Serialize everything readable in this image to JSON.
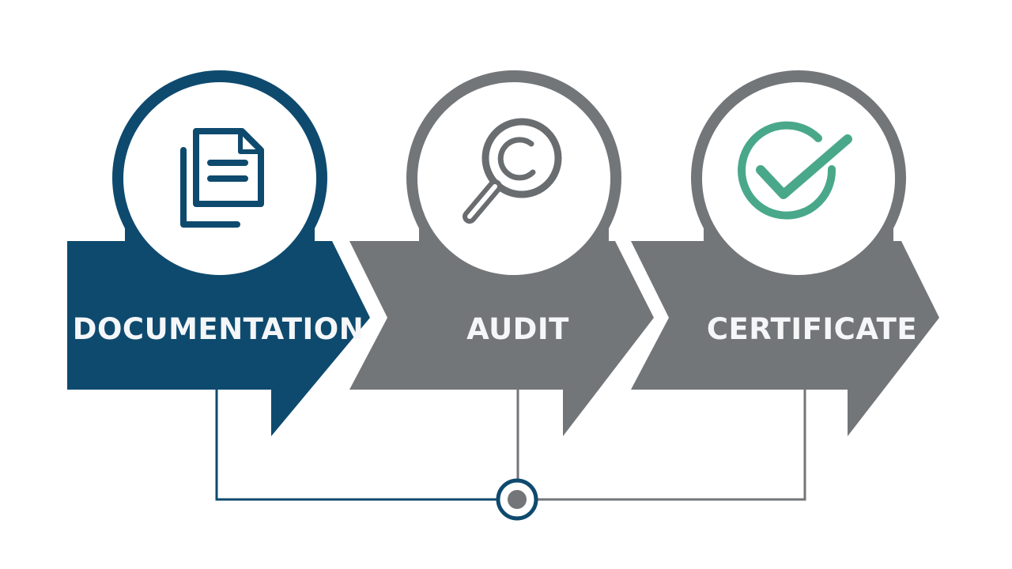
{
  "colors": {
    "primary": "#0e4a6e",
    "secondary": "#737679",
    "accent": "#4aa88a",
    "background": "#ffffff"
  },
  "steps": [
    {
      "label": "DOCUMENTATION",
      "icon": "document-icon",
      "color": "#0e4a6e",
      "active": true
    },
    {
      "label": "AUDIT",
      "icon": "magnifier-icon",
      "color": "#737679",
      "active": false
    },
    {
      "label": "CERTIFICATE",
      "icon": "checkmark-icon",
      "color": "#737679",
      "active": false
    }
  ],
  "connector": {
    "node_icon": "hub-node-icon"
  }
}
